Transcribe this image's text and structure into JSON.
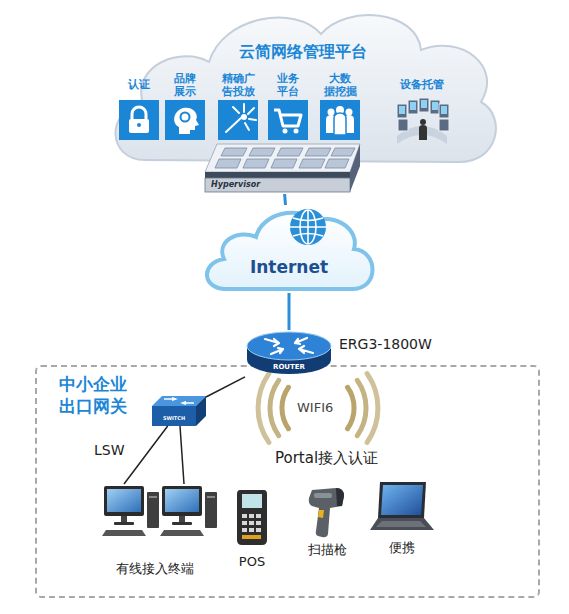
{
  "diagram": {
    "nodes": [
      {
        "text": [
          "云简网络管理平台"
        ]
      },
      {
        "text": [
          "认证"
        ],
        "in": 0
      },
      {
        "text": [
          "品牌 展示"
        ],
        "in": 0
      },
      {
        "text": [
          "精确广 告投放"
        ],
        "in": 0
      },
      {
        "text": [
          "业务 平台"
        ],
        "in": 0
      },
      {
        "text": [
          "大数 据挖掘"
        ],
        "in": 0
      },
      {
        "text": [
          "设备托管"
        ],
        "in": 0
      },
      {
        "text": [
          "Hypervisor"
        ],
        "in": 0
      },
      {
        "text": [
          "Internet"
        ]
      },
      {
        "text": [
          "ROUTER",
          "ERG3-1800W"
        ]
      },
      {
        "text": [
          "中小企业 出口网关"
        ]
      },
      {
        "text": [
          "SWITCH",
          "LSW"
        ],
        "in": 10
      },
      {
        "text": [
          "有线接入终端"
        ],
        "in": 10
      },
      {
        "text": [
          "POS"
        ],
        "in": 10
      },
      {
        "text": [
          "扫描枪"
        ],
        "in": 10
      },
      {
        "text": [
          "便携"
        ],
        "in": 10
      }
    ],
    "edges": [
      {
        "from": 7,
        "to": 8,
        "arrow": "none"
      },
      {
        "from": 8,
        "to": 9,
        "arrow": "none"
      },
      {
        "from": 9,
        "to": 11,
        "arrow": "none"
      },
      {
        "from": 11,
        "to": 12,
        "arrow": "none"
      }
    ],
    "labels": [
      "WIFI6",
      "Portal接入认证"
    ]
  }
}
